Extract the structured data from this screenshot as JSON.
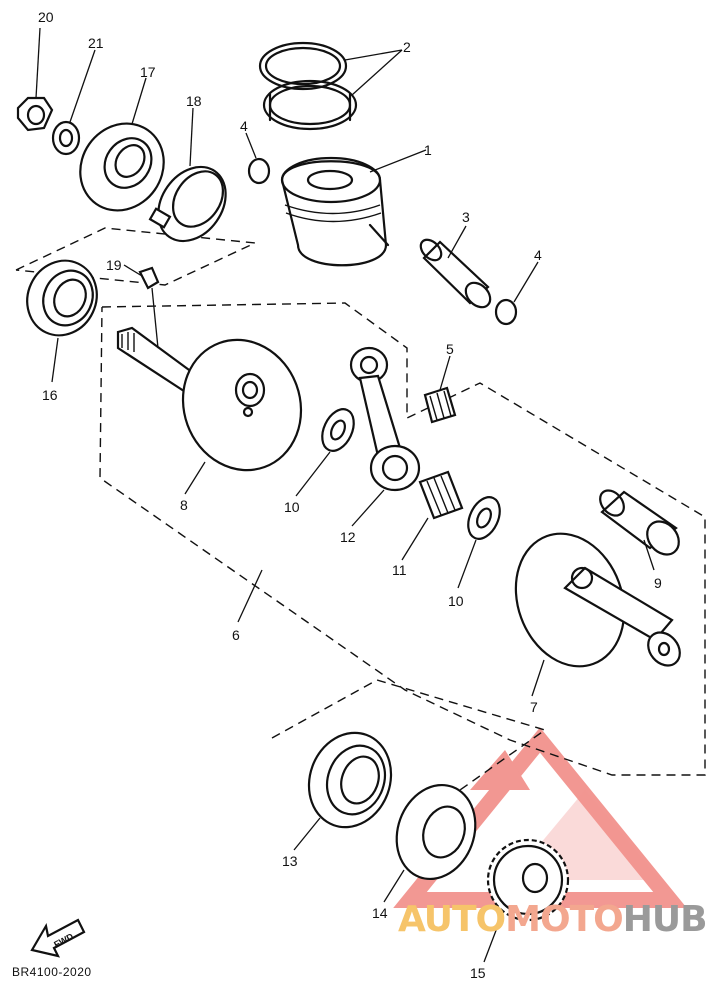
{
  "diagram": {
    "part_code": "BR4100-2020",
    "fwd_label": "FWD",
    "callouts": {
      "c1": "1",
      "c2": "2",
      "c3": "3",
      "c4a": "4",
      "c4b": "4",
      "c5": "5",
      "c6": "6",
      "c7": "7",
      "c8": "8",
      "c9": "9",
      "c10a": "10",
      "c10b": "10",
      "c11": "11",
      "c12": "12",
      "c13": "13",
      "c14": "14",
      "c15": "15",
      "c16": "16",
      "c17": "17",
      "c18": "18",
      "c19": "19",
      "c20": "20",
      "c21": "21"
    }
  },
  "watermark": {
    "part1": "AUTO",
    "part2": "MOTO",
    "part3": "HUB",
    "colors": {
      "logo": "#e8433a",
      "auto": "#f6c46a",
      "moto": "#f3a78f",
      "hub": "#9a9a9a"
    }
  }
}
